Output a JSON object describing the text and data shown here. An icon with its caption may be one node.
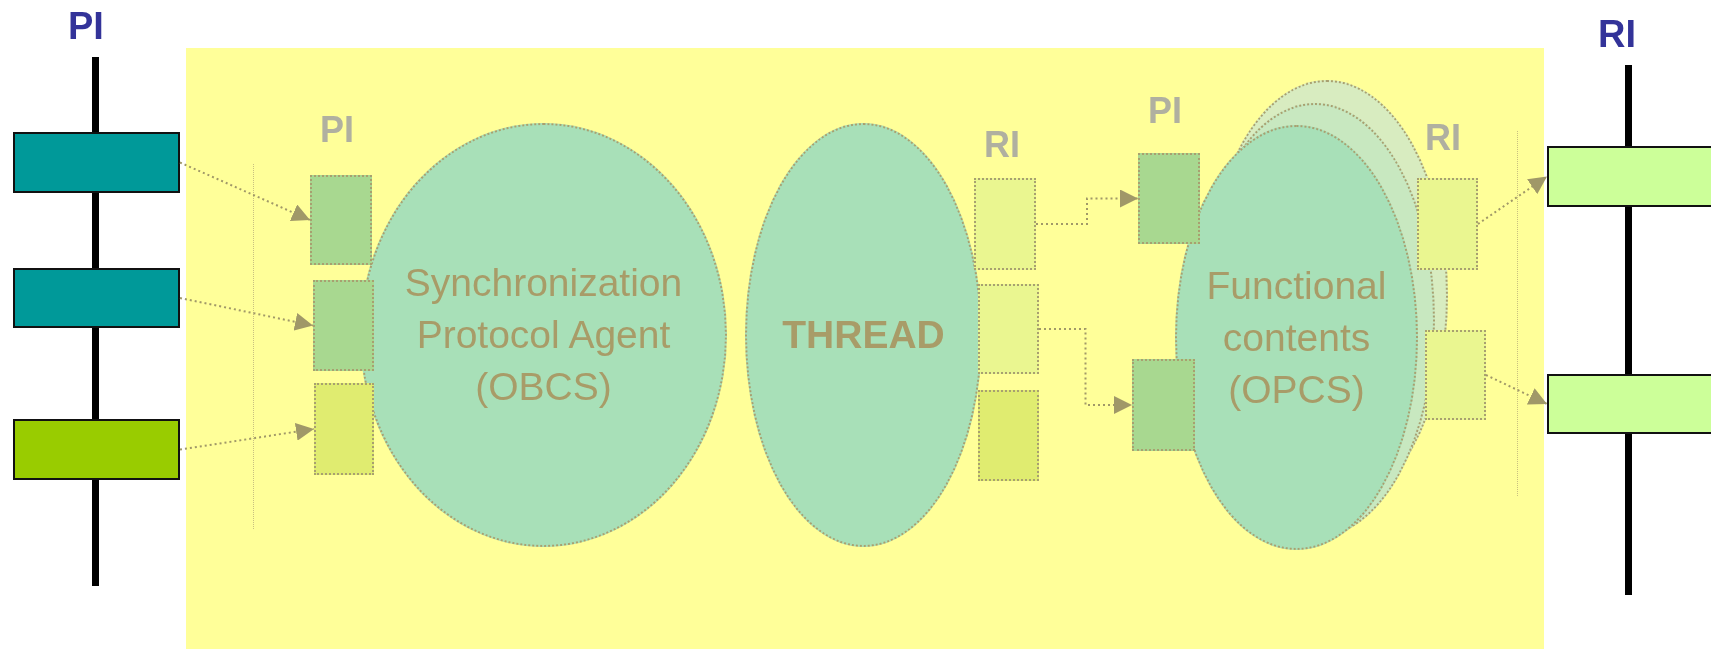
{
  "diagram": {
    "nodes": [
      {
        "text": [
          "Synchronization Protocol Agent (OBCS)"
        ]
      },
      {
        "text": [
          "THREAD"
        ]
      },
      {
        "text": [
          "Functional contents (OPCS)"
        ]
      },
      {
        "text": [],
        "shape": "box"
      },
      {
        "text": [],
        "shape": "box"
      },
      {
        "text": [],
        "shape": "box"
      },
      {
        "text": [],
        "shape": "box"
      },
      {
        "text": [],
        "shape": "box"
      },
      {
        "text": [],
        "shape": "box"
      },
      {
        "text": [],
        "shape": "box"
      },
      {
        "text": [],
        "shape": "box"
      },
      {
        "text": [],
        "shape": "box"
      },
      {
        "text": [],
        "shape": "box"
      },
      {
        "text": [],
        "shape": "box"
      },
      {
        "text": [],
        "shape": "box"
      },
      {
        "text": [],
        "shape": "box"
      },
      {
        "text": [],
        "shape": "box"
      },
      {
        "text": [],
        "shape": "box"
      }
    ],
    "edges": [
      {
        "from": 3,
        "to": 6,
        "arrow": "to"
      },
      {
        "from": 4,
        "to": 7,
        "arrow": "to"
      },
      {
        "from": 5,
        "to": 8,
        "arrow": "to"
      },
      {
        "from": 9,
        "to": 12,
        "arrow": "to"
      },
      {
        "from": 10,
        "to": 13,
        "arrow": "to"
      },
      {
        "from": 14,
        "to": 16,
        "arrow": "to"
      },
      {
        "from": 15,
        "to": 17,
        "arrow": "to"
      }
    ],
    "labels": [
      "PI",
      "RI",
      "PI",
      "RI",
      "PI",
      "RI"
    ]
  }
}
